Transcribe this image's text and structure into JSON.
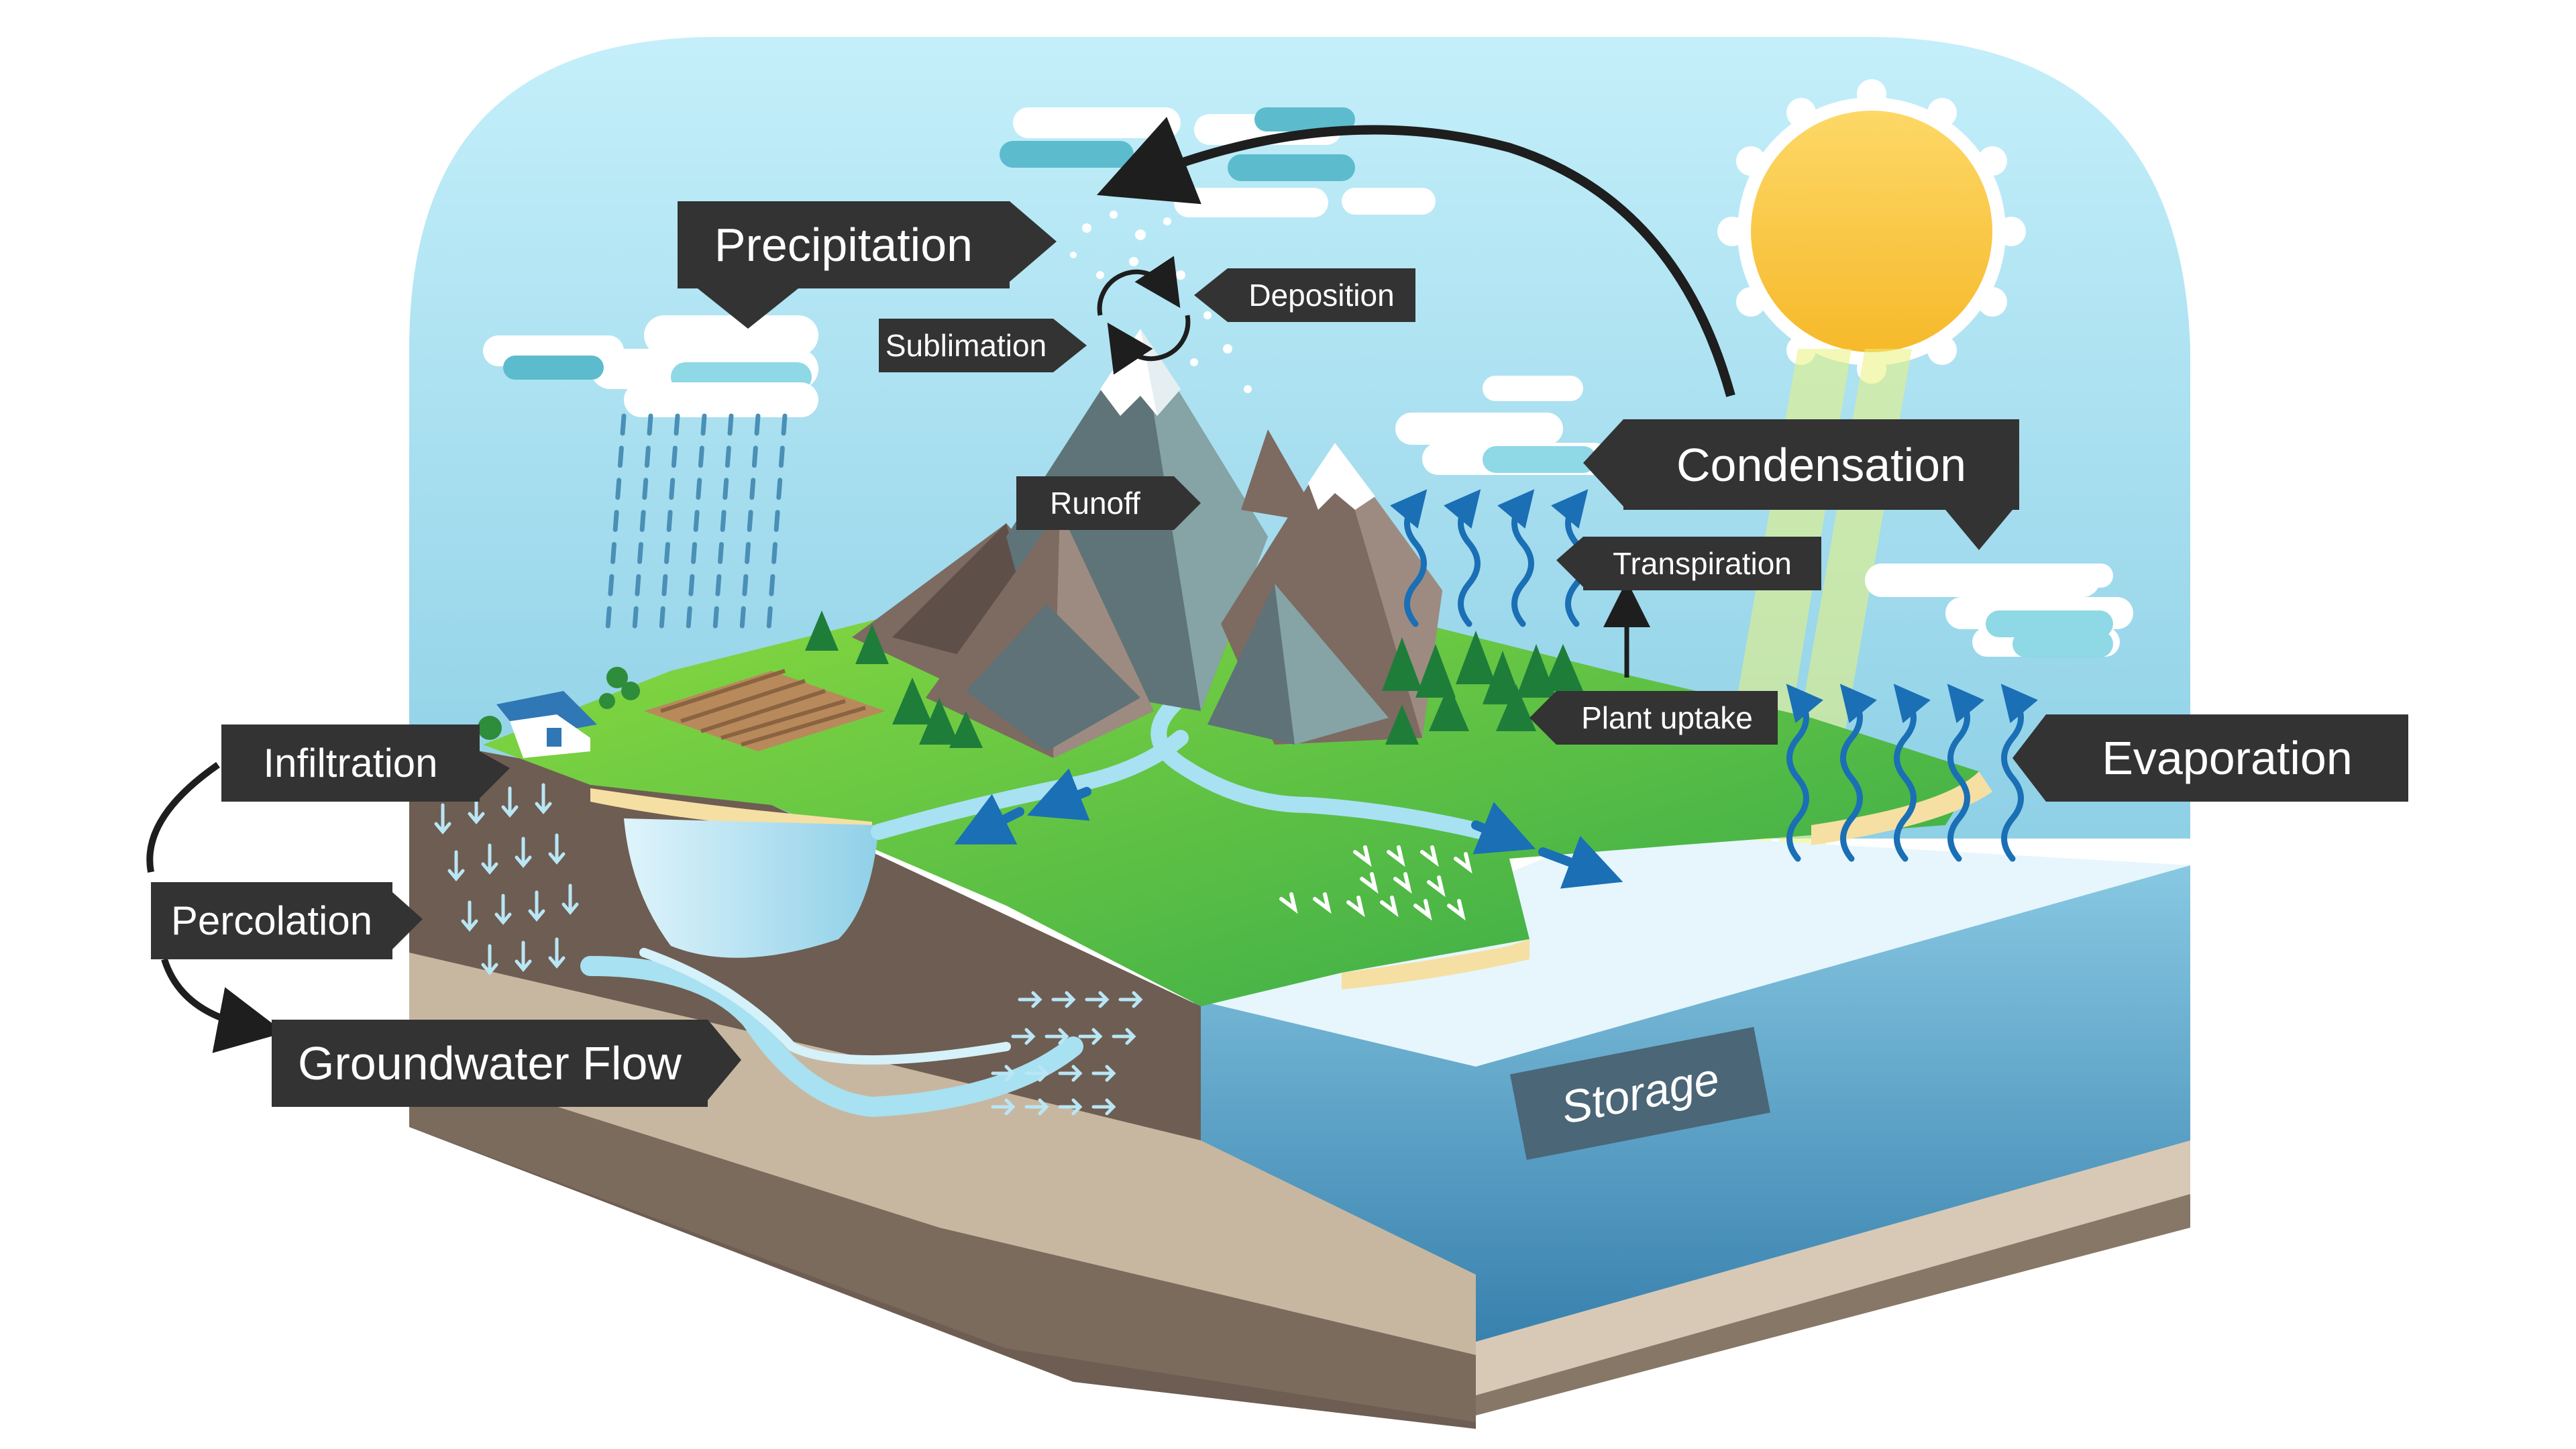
{
  "diagram": {
    "labels": {
      "precipitation": "Precipitation",
      "deposition": "Deposition",
      "sublimation": "Sublimation",
      "runoff": "Runoff",
      "condensation": "Condensation",
      "transpiration": "Transpiration",
      "plant_uptake": "Plant uptake",
      "evaporation": "Evaporation",
      "infiltration": "Infiltration",
      "percolation": "Percolation",
      "groundwater_flow": "Groundwater Flow",
      "storage": "Storage"
    },
    "colors": {
      "sky": "#c2ecf7",
      "label_bg": "#333333",
      "grass": "#56c23a",
      "soil": "#6e5d52",
      "water": "#4e9ec6",
      "sun": "#fbc93b",
      "arrow_blue": "#1a6fb5"
    }
  }
}
